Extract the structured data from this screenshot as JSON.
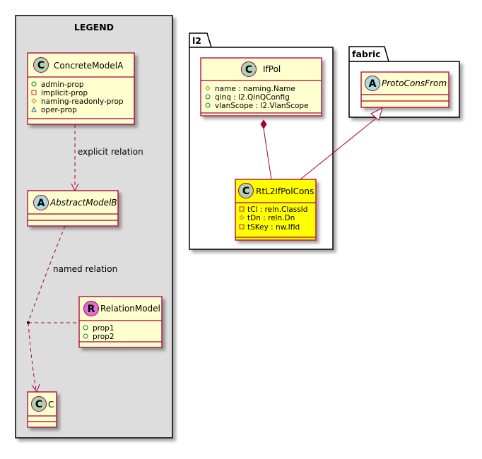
{
  "legend": {
    "title": "LEGEND",
    "concrete": {
      "stereotype": "C",
      "name": "ConcreteModelA",
      "props": [
        {
          "vis": "public",
          "text": "admin-prop"
        },
        {
          "vis": "private",
          "text": "implicit-prop"
        },
        {
          "vis": "protected",
          "text": "naming-readonly-prop"
        },
        {
          "vis": "package",
          "text": "oper-prop"
        }
      ]
    },
    "abstract": {
      "stereotype": "A",
      "name": "AbstractModelB"
    },
    "relation_model": {
      "stereotype": "R",
      "name": "RelationModel",
      "props": [
        {
          "vis": "public",
          "text": "prop1"
        },
        {
          "vis": "public",
          "text": "prop2"
        }
      ]
    },
    "c": {
      "stereotype": "C",
      "name": "C"
    },
    "explicit_relation_label": "explicit relation",
    "named_relation_label": "named relation"
  },
  "packages": {
    "l2": {
      "name": "l2",
      "ifpol": {
        "stereotype": "C",
        "name": "IfPol",
        "props": [
          {
            "vis": "protected",
            "text": "name : naming.Name"
          },
          {
            "vis": "public",
            "text": "qinq : l2.QinQConfig"
          },
          {
            "vis": "public",
            "text": "vlanScope : l2.VlanScope"
          }
        ]
      },
      "cons": {
        "stereotype": "C",
        "name": "RtL2IfPolCons",
        "props": [
          {
            "vis": "private",
            "text": "tCl : reln.ClassId"
          },
          {
            "vis": "protected",
            "text": "tDn : reln.Dn"
          },
          {
            "vis": "private",
            "text": "tSKey : nw.IfId"
          }
        ]
      }
    },
    "fabric": {
      "name": "fabric",
      "proto": {
        "stereotype": "A",
        "name": "ProtoConsFrom"
      }
    }
  },
  "colors": {
    "class_fill": "#FEFECE",
    "class_border": "#A80036",
    "highlight_fill": "#FFFF00",
    "legend_fill": "#DDDDDD",
    "circle_c": "#ADD1B2",
    "circle_a": "#A9DCDF",
    "circle_r": "#DA70D6"
  }
}
